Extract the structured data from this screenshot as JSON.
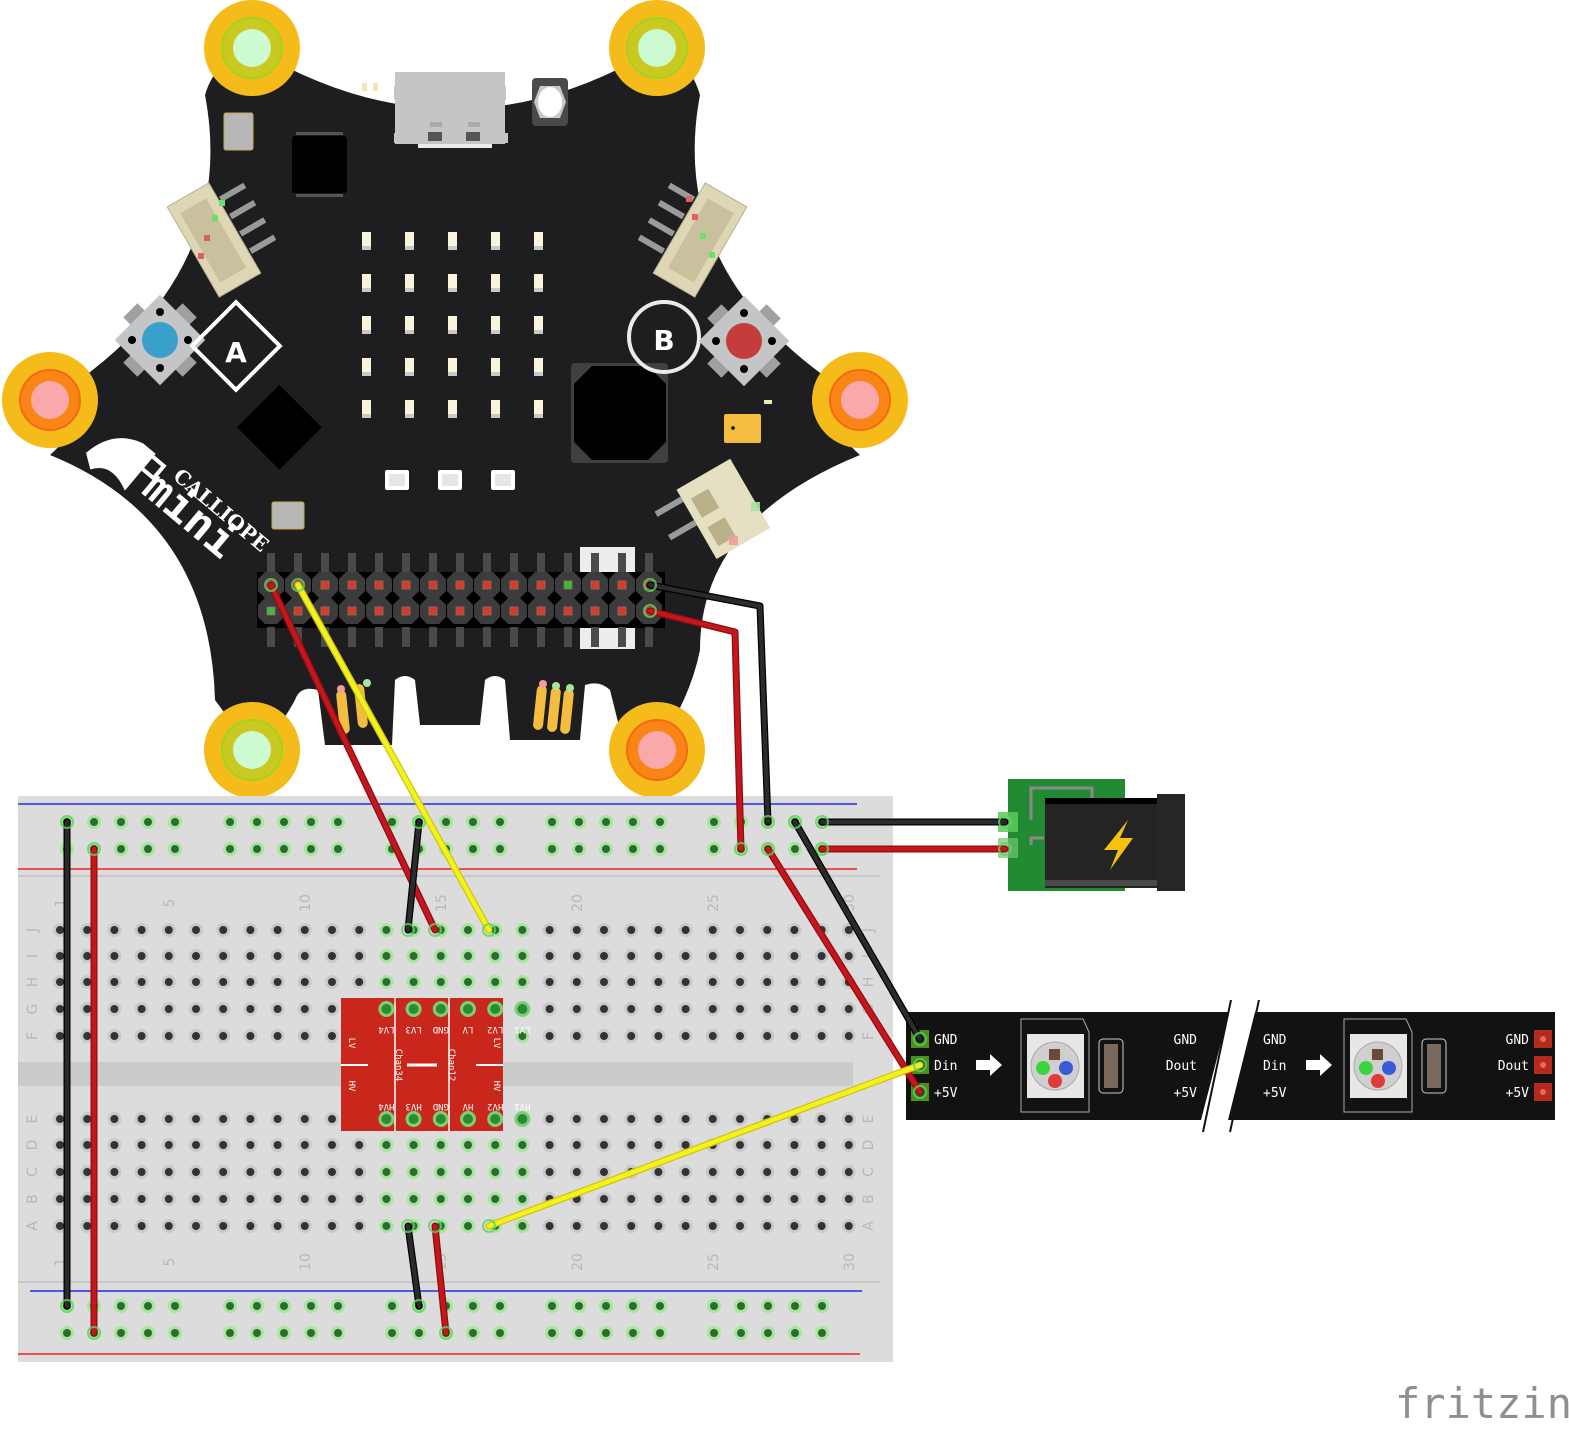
{
  "diagram": {
    "tool_brand": "fritzing",
    "board": {
      "name_top": "CALLIOPE",
      "name_bottom": "mini",
      "button_a_label": "A",
      "button_b_label": "B",
      "led_matrix": {
        "rows": 5,
        "cols": 5
      },
      "rgb_leds": 3,
      "header_pins_per_row": 15,
      "pads": [
        {
          "id": "top-left",
          "color": "green"
        },
        {
          "id": "top-right",
          "color": "green"
        },
        {
          "id": "left",
          "color": "pink"
        },
        {
          "id": "right",
          "color": "pink"
        },
        {
          "id": "bottom-left",
          "color": "green"
        },
        {
          "id": "bottom-right",
          "color": "pink"
        }
      ]
    },
    "breadboard": {
      "column_numbers": [
        "1",
        "5",
        "10",
        "15",
        "20",
        "25",
        "30"
      ],
      "row_letters_top": [
        "J",
        "I",
        "H",
        "G",
        "F"
      ],
      "row_letters_bottom": [
        "E",
        "D",
        "C",
        "B",
        "A"
      ],
      "columns": 30
    },
    "level_shifter": {
      "top_labels": [
        "LV4",
        "LV3",
        "GND",
        "LV",
        "LV2",
        "LV1"
      ],
      "bottom_labels": [
        "HV4",
        "HV3",
        "GND",
        "HV",
        "HV2",
        "HV1"
      ],
      "side_top": "LV",
      "side_bottom": "HV",
      "channel_left": "Chan34",
      "channel_right": "Chan12"
    },
    "led_strip": {
      "left_labels": [
        "GND",
        "Din",
        "+5V"
      ],
      "segment1_out_labels": [
        "GND",
        "Dout",
        "+5V"
      ],
      "segment2_in_labels": [
        "GND",
        "Din",
        "+5V"
      ],
      "segment2_out_labels": [
        "GND",
        "Dout",
        "+5V"
      ]
    },
    "power_jack": {
      "icon": "lightning-bolt-icon"
    },
    "wire_colors": {
      "gnd": "#2b2b2b",
      "power": "#c4161c",
      "data": "#f5f11a"
    },
    "colors": {
      "board": "#1e1e21",
      "pad_ring": "#f5bb1b",
      "breadboard": "#dcdcdc",
      "level_shifter": "#c9261c",
      "strip": "#121212",
      "power_pcb": "#238a34"
    }
  }
}
